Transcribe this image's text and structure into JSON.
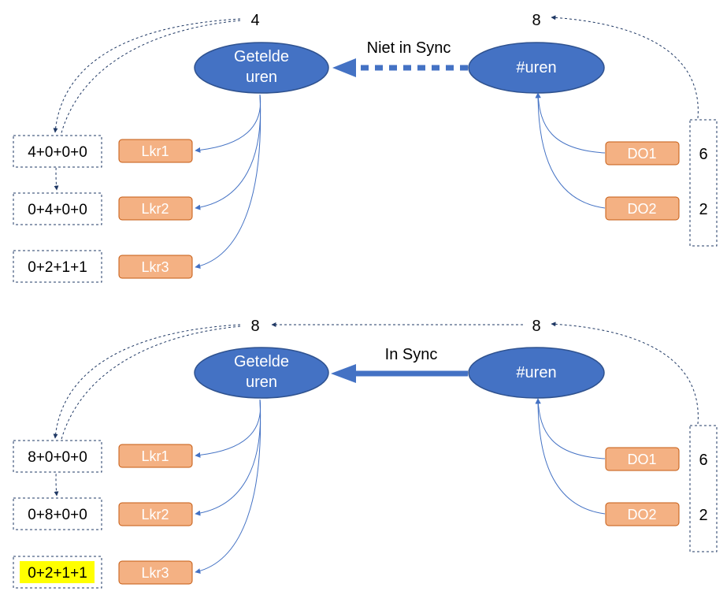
{
  "colors": {
    "ellipse_fill": "#4472c4",
    "ellipse_stroke": "#2f528f",
    "box_fill": "#f4b183",
    "box_stroke": "#c55a11",
    "arrow": "#4472c4",
    "dash": "#1f3864",
    "highlight": "#ffff00"
  },
  "top": {
    "counted_total": "4",
    "hours_total": "8",
    "sync_label": "Niet in Sync",
    "counted_ellipse": [
      "Getelde",
      "uren"
    ],
    "hours_ellipse": "#uren",
    "teachers": [
      {
        "label": "Lkr1",
        "sum": "4+0+0+0"
      },
      {
        "label": "Lkr2",
        "sum": "0+4+0+0"
      },
      {
        "label": "Lkr3",
        "sum": "0+2+1+1"
      }
    ],
    "courses": [
      {
        "label": "DO1",
        "value": "6"
      },
      {
        "label": "DO2",
        "value": "2"
      }
    ]
  },
  "bottom": {
    "counted_total": "8",
    "hours_total": "8",
    "sync_label": "In Sync",
    "counted_ellipse": [
      "Getelde",
      "uren"
    ],
    "hours_ellipse": "#uren",
    "teachers": [
      {
        "label": "Lkr1",
        "sum": "8+0+0+0"
      },
      {
        "label": "Lkr2",
        "sum": "0+8+0+0"
      },
      {
        "label": "Lkr3",
        "sum": "0+2+1+1",
        "highlight": true
      }
    ],
    "courses": [
      {
        "label": "DO1",
        "value": "6"
      },
      {
        "label": "DO2",
        "value": "2"
      }
    ]
  }
}
